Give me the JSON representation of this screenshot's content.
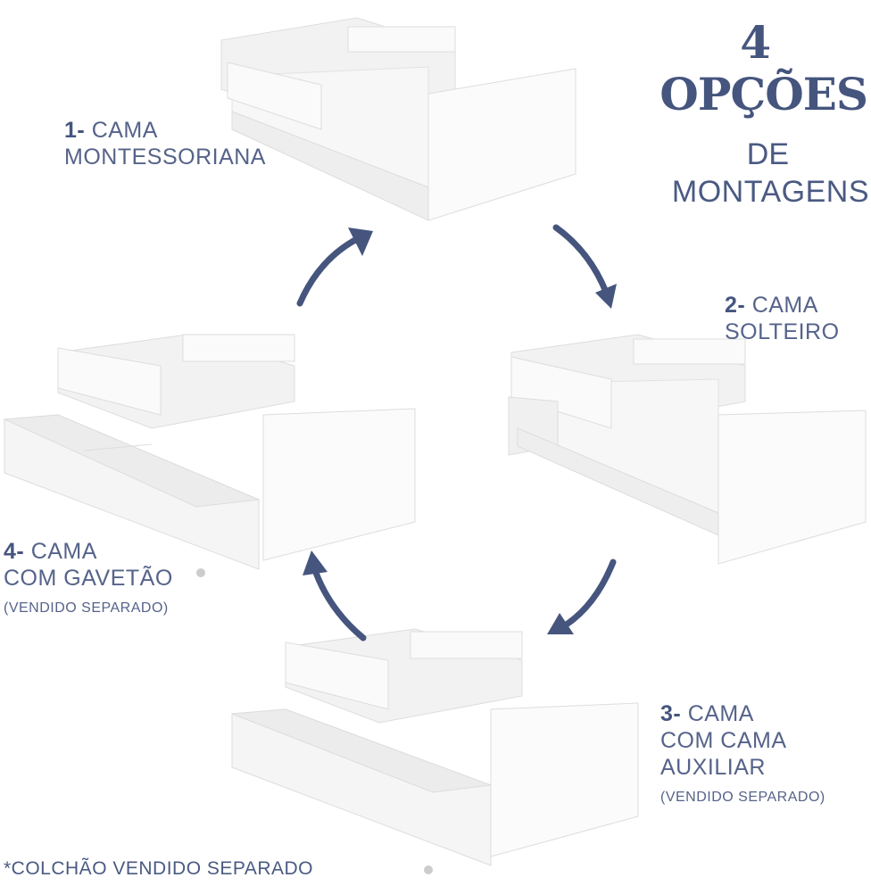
{
  "title": {
    "number": "4",
    "main": "OPÇÕES",
    "line3": "DE",
    "line4": "MONTAGENS"
  },
  "options": [
    {
      "num": "1-",
      "lines": [
        "CAMA",
        "MONTESSORIANA"
      ],
      "note": ""
    },
    {
      "num": "2-",
      "lines": [
        "CAMA",
        "SOLTEIRO"
      ],
      "note": ""
    },
    {
      "num": "3-",
      "lines": [
        "CAMA",
        "COM CAMA",
        "AUXILIAR"
      ],
      "note": "(VENDIDO SEPARADO)"
    },
    {
      "num": "4-",
      "lines": [
        "CAMA",
        "COM GAVETÃO"
      ],
      "note": "(VENDIDO SEPARADO)"
    }
  ],
  "footnote": "*COLCHÃO VENDIDO SEPARADO",
  "colors": {
    "accent": "#45557e",
    "bed": "#f4f4f4"
  }
}
